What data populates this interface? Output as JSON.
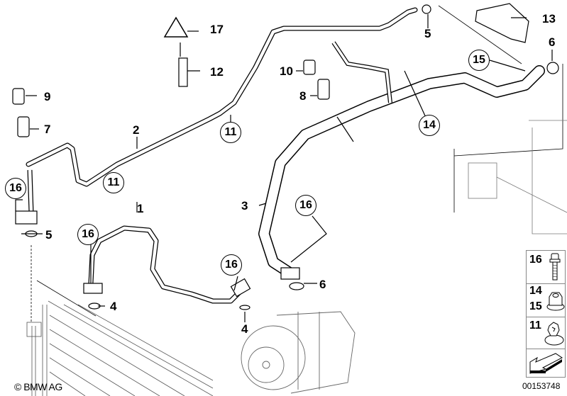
{
  "diagram": {
    "title": "A/C refrigerant lines diagram",
    "labels": [
      {
        "id": "1",
        "text": "1"
      },
      {
        "id": "2",
        "text": "2"
      },
      {
        "id": "3",
        "text": "3"
      },
      {
        "id": "4a",
        "text": "4"
      },
      {
        "id": "4b",
        "text": "4"
      },
      {
        "id": "5a",
        "text": "5"
      },
      {
        "id": "5b",
        "text": "5"
      },
      {
        "id": "6a",
        "text": "6"
      },
      {
        "id": "6b",
        "text": "6"
      },
      {
        "id": "7",
        "text": "7"
      },
      {
        "id": "8",
        "text": "8"
      },
      {
        "id": "9",
        "text": "9"
      },
      {
        "id": "10",
        "text": "10"
      },
      {
        "id": "12",
        "text": "12"
      },
      {
        "id": "13",
        "text": "13"
      },
      {
        "id": "17",
        "text": "17"
      }
    ],
    "circled_labels": [
      {
        "id": "11a",
        "text": "11"
      },
      {
        "id": "11b",
        "text": "11"
      },
      {
        "id": "14",
        "text": "14"
      },
      {
        "id": "15",
        "text": "15"
      },
      {
        "id": "16a",
        "text": "16"
      },
      {
        "id": "16b",
        "text": "16"
      },
      {
        "id": "16c",
        "text": "16"
      },
      {
        "id": "16d",
        "text": "16"
      }
    ],
    "legend": [
      {
        "numbers": [
          "16"
        ],
        "icon": "bolt-icon"
      },
      {
        "numbers": [
          "14",
          "15"
        ],
        "icon": "flange-nut-icon"
      },
      {
        "numbers": [
          "11"
        ],
        "icon": "clip-nut-icon"
      },
      {
        "numbers": [],
        "icon": "direction-arrow-icon"
      }
    ],
    "copyright": "© BMW AG",
    "part_number": "00153748"
  }
}
